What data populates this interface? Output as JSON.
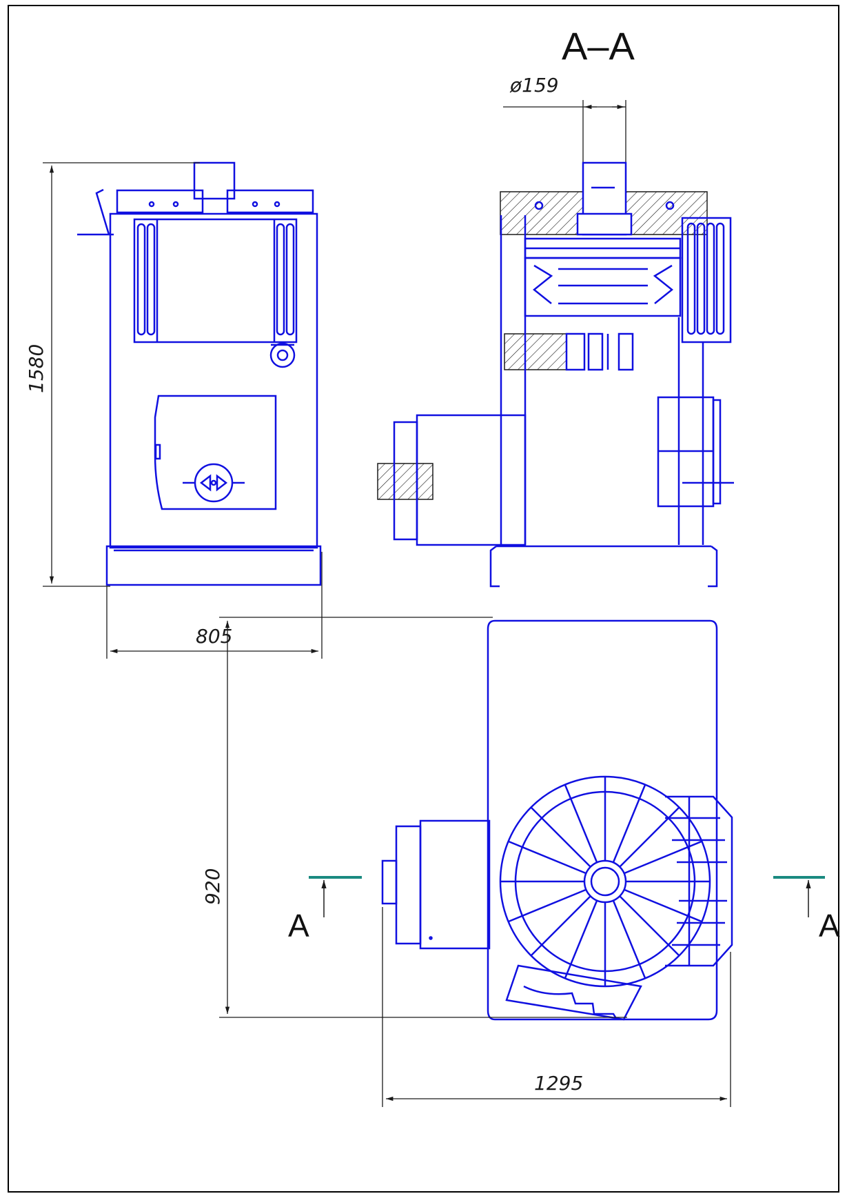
{
  "drawing": {
    "section_title": "A–A",
    "section_marker_left": "A",
    "section_marker_right": "A",
    "dim_height": "1580",
    "dim_width_front": "805",
    "dim_pipe_diameter": "ø159",
    "dim_depth_plan": "920",
    "dim_length_plan": "1295"
  },
  "colors": {
    "outline": "#1010e0",
    "dimension": "#1a1a1a",
    "hatch": "#1a1a1a",
    "section_line": "#1a8a80",
    "frame": "#000000"
  }
}
